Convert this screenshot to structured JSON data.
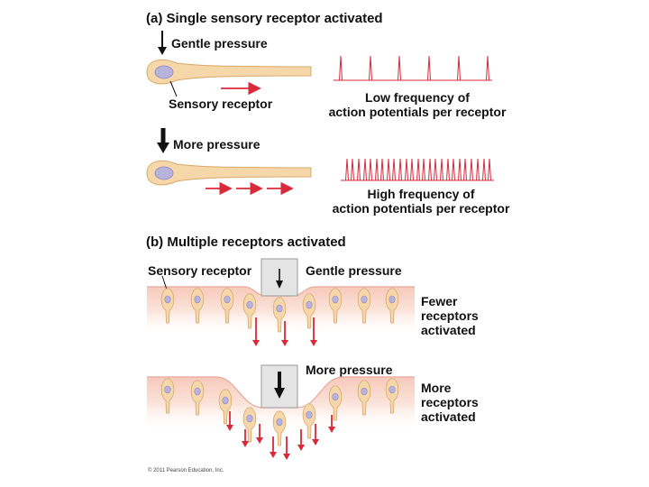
{
  "section_a": {
    "title": "(a) Single sensory receptor activated",
    "gentle_label": "Gentle pressure",
    "receptor_label": "Sensory receptor",
    "low_freq_line1": "Low frequency of",
    "low_freq_line2": "action potentials per receptor",
    "more_label": "More pressure",
    "high_freq_line1": "High frequency of",
    "high_freq_line2": "action potentials per receptor"
  },
  "section_b": {
    "title": "(b) Multiple receptors activated",
    "receptor_label": "Sensory receptor",
    "gentle_label": "Gentle pressure",
    "fewer_line1": "Fewer",
    "fewer_line2": "receptors",
    "fewer_line3": "activated",
    "more_label": "More pressure",
    "more_line1": "More",
    "more_line2": "receptors",
    "more_line3": "activated"
  },
  "copyright": "© 2011 Pearson Education, Inc.",
  "colors": {
    "axon": "#f5d7aa",
    "axon_edge": "#d8a86c",
    "nucleus": "#b9b3dc",
    "signal": "#d9293a",
    "skin_top": "#f9d3c8",
    "box": "#e4e4e4"
  }
}
